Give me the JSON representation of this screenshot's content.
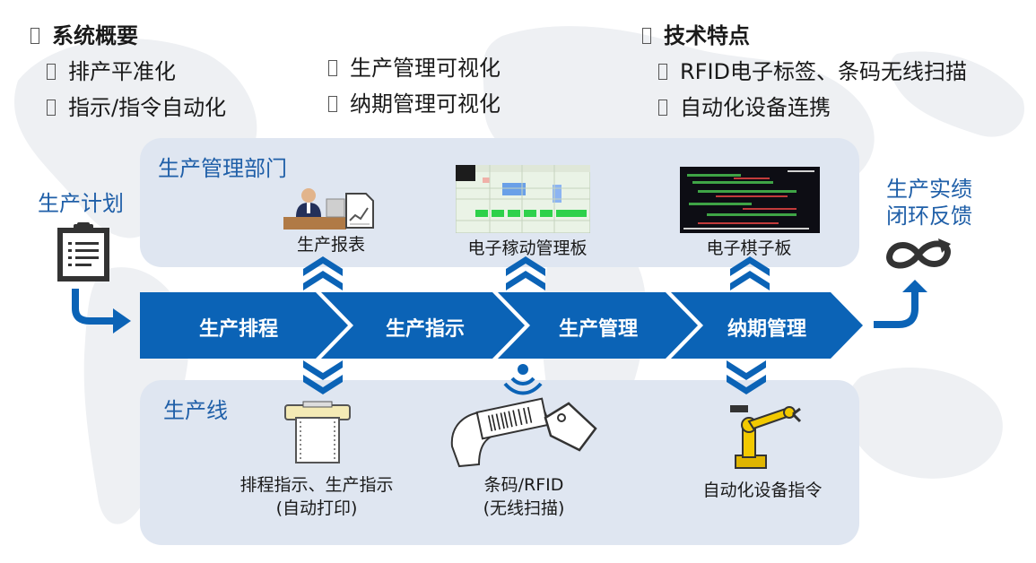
{
  "overview": {
    "heading": "系统概要",
    "items": [
      "排产平准化",
      "指示/指令自动化",
      "生产管理可视化",
      "纳期管理可视化"
    ]
  },
  "features": {
    "heading": "技术特点",
    "items": [
      "RFID电子标签、条码无线扫描",
      "自动化设备连携"
    ]
  },
  "plan_label": "生产计划",
  "feedback_label": [
    "生产实绩",
    "闭环反馈"
  ],
  "top_panel": {
    "title": "生产管理部门",
    "captions": [
      "生产报表",
      "电子稼动管理板",
      "电子棋子板"
    ]
  },
  "bottom_panel": {
    "title": "生产线",
    "captions": [
      [
        "排程指示、生产指示",
        "(自动打印)"
      ],
      [
        "条码/RFID",
        "(无线扫描)"
      ],
      [
        "自动化设备指令"
      ]
    ]
  },
  "flow_steps": [
    "生产排程",
    "生产指示",
    "生产管理",
    "纳期管理"
  ],
  "colors": {
    "accent": "#0b63b6",
    "panel": "#dfe6f1",
    "title_blue": "#1f5fa8"
  },
  "icons": [
    "clipboard-icon",
    "curved-arrow-icon",
    "loop-icon",
    "person-at-desk-icon",
    "report-chart-icon",
    "spreadsheet-board-icon",
    "dark-board-icon",
    "up-chevrons-icon",
    "down-chevrons-icon",
    "printer-icon",
    "rfid-signal-icon",
    "barcode-scanner-icon",
    "tag-icon",
    "robot-arm-icon"
  ]
}
